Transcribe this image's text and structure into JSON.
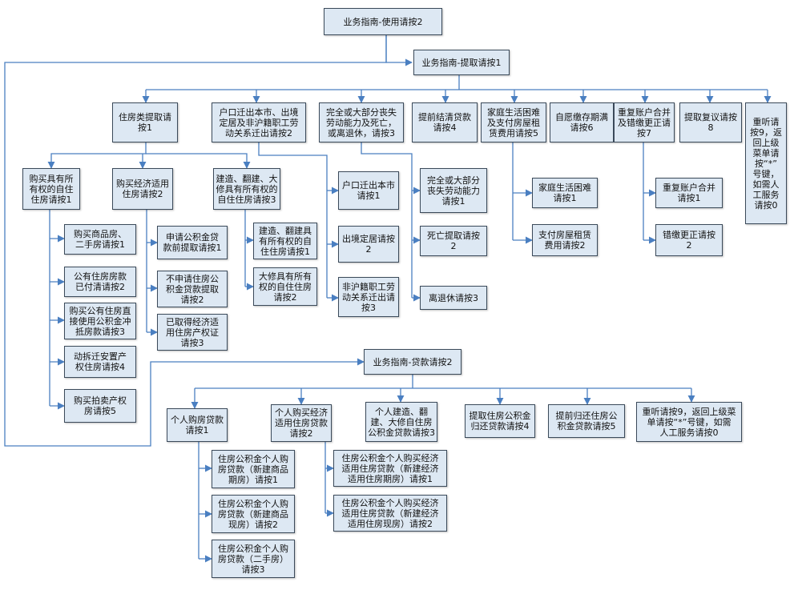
{
  "colors": {
    "node_fill": "#dde8f3",
    "node_border": "#3b4a5a",
    "connector": "#4a7fc1"
  },
  "nodes": [
    {
      "id": "n1",
      "text": "业务指南-使用请按2"
    },
    {
      "id": "n2",
      "text": "业务指南-提取请按1"
    },
    {
      "id": "n3",
      "text": "住房类提取请\n按1"
    },
    {
      "id": "n4",
      "text": "户口迁出本市、出境\n定居及非沪籍职工劳\n动关系迁出请按2"
    },
    {
      "id": "n5",
      "text": "完全或大部分丧失\n劳动能力及死亡，\n或离退休，请按3"
    },
    {
      "id": "n6",
      "text": "提前结清贷款\n请按4"
    },
    {
      "id": "n7",
      "text": "家庭生活困难\n及支付房屋租\n赁费用请按5"
    },
    {
      "id": "n8",
      "text": "自愿缴存期满\n请按6"
    },
    {
      "id": "n9",
      "text": "重复账户合并\n及错缴更正请\n按7"
    },
    {
      "id": "n10",
      "text": "提取复议请按\n8"
    },
    {
      "id": "n11",
      "text": "重听请\n按9，返\n回上级\n菜单请\n按“*”\n号键，\n如需人\n工服务\n请按0"
    },
    {
      "id": "n12",
      "text": "购买具有所\n有权的自住\n住房请按1"
    },
    {
      "id": "n13",
      "text": "购买经济适用\n住房请按2"
    },
    {
      "id": "n14",
      "text": "建造、翻建、大\n修具有所有权的\n自住住房请按3"
    },
    {
      "id": "n15",
      "text": "购买商品房、\n二手房请按1"
    },
    {
      "id": "n16",
      "text": "公有住房房款\n已付清请按2"
    },
    {
      "id": "n17",
      "text": "购买公有住房直\n接使用公积金冲\n抵房款请按3"
    },
    {
      "id": "n18",
      "text": "动拆迁安置产\n权住房请按4"
    },
    {
      "id": "n19",
      "text": "购买拍卖产权\n房请按5"
    },
    {
      "id": "n20",
      "text": "申请公积金贷\n款前提取请按1"
    },
    {
      "id": "n21",
      "text": "不申请住房公\n积金贷款提取\n请按2"
    },
    {
      "id": "n22",
      "text": "已取得经济适\n用住房产权证\n请按3"
    },
    {
      "id": "n23",
      "text": "建造、翻建具\n有所有权的自\n住住房请按1"
    },
    {
      "id": "n24",
      "text": "大修具有所有\n权的自住住房\n请按2"
    },
    {
      "id": "n25",
      "text": "户口迁出本市\n请按1"
    },
    {
      "id": "n26",
      "text": "出境定居请按\n2"
    },
    {
      "id": "n27",
      "text": "非沪籍职工劳\n动关系迁出请\n按3"
    },
    {
      "id": "n28",
      "text": "完全或大部分\n丧失劳动能力\n请按1"
    },
    {
      "id": "n29",
      "text": "死亡提取请按\n2"
    },
    {
      "id": "n30",
      "text": "离退休请按3"
    },
    {
      "id": "n31",
      "text": "家庭生活困难\n请按1"
    },
    {
      "id": "n32",
      "text": "支付房屋租赁\n费用请按2"
    },
    {
      "id": "n33",
      "text": "重复账户合并\n请按1"
    },
    {
      "id": "n34",
      "text": "错缴更正请按\n2"
    },
    {
      "id": "n35",
      "text": "业务指南-贷款请按2"
    },
    {
      "id": "n36",
      "text": "个人购房贷款\n请按1"
    },
    {
      "id": "n37",
      "text": "个人购买经济\n适用住房贷款\n请按2"
    },
    {
      "id": "n38",
      "text": "个人建造、翻\n建、大修自住房\n公积金贷款请按3"
    },
    {
      "id": "n39",
      "text": "提取住房公积金\n归还贷款请按4"
    },
    {
      "id": "n40",
      "text": "提前归还住房公\n积金贷款请按5"
    },
    {
      "id": "n41",
      "text": "重听请按9，返回上级菜\n单请按“*”号键，如需\n人工服务请按0"
    },
    {
      "id": "n42",
      "text": "住房公积金个人购\n房贷款（新建商品\n期房）请按1"
    },
    {
      "id": "n43",
      "text": "住房公积金个人购\n房贷款（新建商品\n现房）请按2"
    },
    {
      "id": "n44",
      "text": "住房公积金个人购\n房贷款（二手房）\n请按3"
    },
    {
      "id": "n45",
      "text": "住房公积金个人购买经济\n适用住房贷款（新建经济\n适用住房期房）请按1"
    },
    {
      "id": "n46",
      "text": "住房公积金个人购买经济\n适用住房贷款（新建经济\n适用住房现房）请按2"
    }
  ]
}
